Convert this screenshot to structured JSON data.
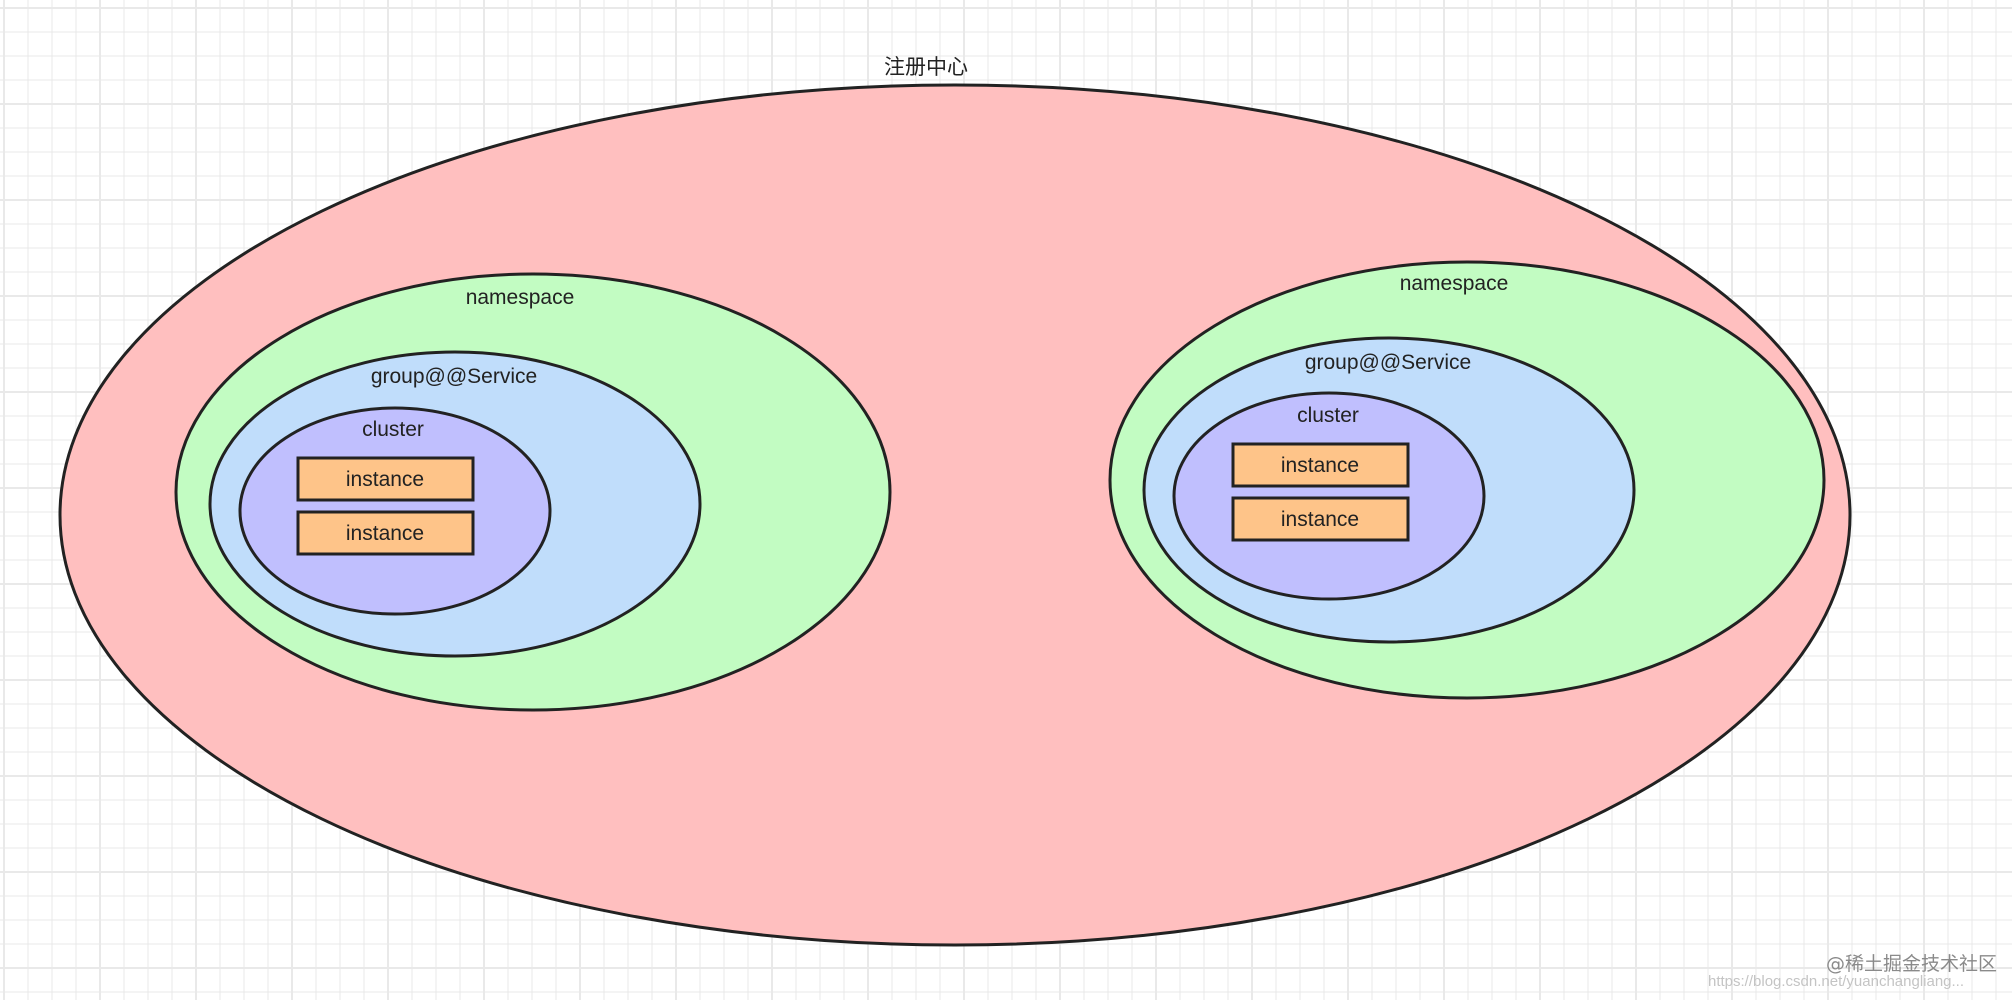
{
  "colors": {
    "background": "#ffffff",
    "grid": "#e9e9e9",
    "registry_fill": "#ffbfbf",
    "namespace_fill": "#c2fcc2",
    "group_fill": "#c0ddfb",
    "cluster_fill": "#c0bffe",
    "instance_fill": "#fec489",
    "outline": "#222222",
    "text": "#222222"
  },
  "diagram": {
    "registry": {
      "label": "注册中心"
    },
    "namespaces": [
      {
        "label": "namespace",
        "group": {
          "label": "group@@Service",
          "cluster": {
            "label": "cluster",
            "instances": [
              "instance",
              "instance"
            ]
          }
        }
      },
      {
        "label": "namespace",
        "group": {
          "label": "group@@Service",
          "cluster": {
            "label": "cluster",
            "instances": [
              "instance",
              "instance"
            ]
          }
        }
      }
    ]
  },
  "watermark": {
    "main": "@稀土掘金技术社区",
    "sub": "https://blog.csdn.net/yuanchangliang..."
  }
}
